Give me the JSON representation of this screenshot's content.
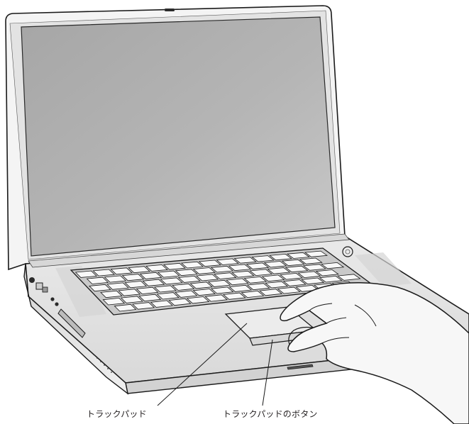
{
  "labels": {
    "trackpad": "トラックパッド",
    "trackpad_button": "トラックパッドのボタン"
  },
  "illustration": {
    "subject": "laptop-with-hand-on-trackpad",
    "colors": {
      "outline": "#1a1a1a",
      "screen_dark": "#a2a2a2",
      "screen_light": "#c7c7c7",
      "body": "#e4e4e4",
      "body_shadow": "#cfcfcf",
      "key_fill": "#f7f7f7",
      "bezel": "#f2f2f2",
      "skin": "#f6f6f6"
    }
  }
}
